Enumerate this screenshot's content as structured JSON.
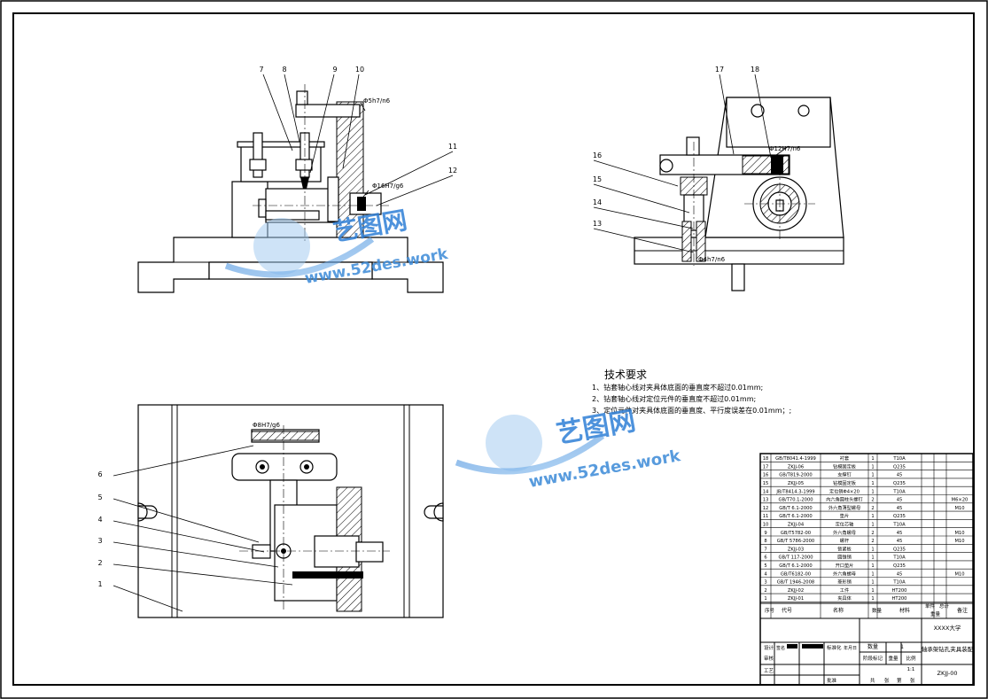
{
  "fits": {
    "top_pin": "Φ5h7/n6",
    "bushing": "Φ16H7/g6",
    "side_bushing": "Φ12H7/n6",
    "locating_pin": "Φ4h7/n6",
    "bottom_top": "Φ8H7/g6"
  },
  "front_callouts": [
    "7",
    "8",
    "9",
    "10",
    "11",
    "12"
  ],
  "side_callouts": [
    "17",
    "18",
    "16",
    "15",
    "14",
    "13"
  ],
  "plan_callouts": [
    "6",
    "5",
    "4",
    "3",
    "2",
    "1"
  ],
  "tech": {
    "title": "技术要求",
    "items": [
      "1、钻套轴心线对夹具体底面的垂直度不超过0.01mm;",
      "2、钻套轴心线对定位元件的垂直度不超过0.01mm;",
      "3、定位元件对夹具体底面的垂直度、平行度误差在0.01mm；;"
    ]
  },
  "watermark": {
    "brand": "艺图网",
    "url": "www.52des.work"
  },
  "bom": [
    {
      "no": "18",
      "code": "GB/T8041.4-1999",
      "name": "衬套",
      "qty": "1",
      "mat": "T10A",
      "note": ""
    },
    {
      "no": "17",
      "code": "ZKJJ-06",
      "name": "钻模固定板",
      "qty": "1",
      "mat": "Q235",
      "note": ""
    },
    {
      "no": "16",
      "code": "GB/T819-2000",
      "name": "支撑钉",
      "qty": "1",
      "mat": "45",
      "note": ""
    },
    {
      "no": "15",
      "code": "ZKJJ-05",
      "name": "钻模固定板",
      "qty": "1",
      "mat": "Q235",
      "note": ""
    },
    {
      "no": "14",
      "code": "JB/T8414.3-1999",
      "name": "定位销Φ4×20",
      "qty": "1",
      "mat": "T10A",
      "note": ""
    },
    {
      "no": "13",
      "code": "GB/T70.1-2000",
      "name": "内六角圆柱头螺钉",
      "qty": "2",
      "mat": "45",
      "note": "M6×20"
    },
    {
      "no": "12",
      "code": "GB/T 6.1-2000",
      "name": "外六角薄型螺母",
      "qty": "2",
      "mat": "45",
      "note": "M10"
    },
    {
      "no": "11",
      "code": "GB/T 6.1-2000",
      "name": "垫片",
      "qty": "1",
      "mat": "Q235",
      "note": ""
    },
    {
      "no": "10",
      "code": "ZKJJ-04",
      "name": "定位芯轴",
      "qty": "1",
      "mat": "T10A",
      "note": ""
    },
    {
      "no": "9",
      "code": "GB/T5782-00",
      "name": "外六角螺母",
      "qty": "2",
      "mat": "45",
      "note": "M10"
    },
    {
      "no": "8",
      "code": "GB/T 5786-2000",
      "name": "螺杆",
      "qty": "2",
      "mat": "45",
      "note": "M10"
    },
    {
      "no": "7",
      "code": "ZKJJ-03",
      "name": "锁紧板",
      "qty": "1",
      "mat": "Q235",
      "note": ""
    },
    {
      "no": "6",
      "code": "GB/T 117-2000",
      "name": "圆锥销",
      "qty": "1",
      "mat": "T10A",
      "note": ""
    },
    {
      "no": "5",
      "code": "GB/T 6.1-2000",
      "name": "开口垫片",
      "qty": "1",
      "mat": "Q235",
      "note": ""
    },
    {
      "no": "4",
      "code": "GB/T6182-00",
      "name": "外六角螺母",
      "qty": "1",
      "mat": "45",
      "note": "M10"
    },
    {
      "no": "3",
      "code": "GB/T 1946-2008",
      "name": "菱形销",
      "qty": "1",
      "mat": "T10A",
      "note": ""
    },
    {
      "no": "2",
      "code": "ZKJJ-02",
      "name": "工件",
      "qty": "1",
      "mat": "HT200",
      "note": ""
    },
    {
      "no": "1",
      "code": "ZKJJ-01",
      "name": "夹具体",
      "qty": "1",
      "mat": "HT200",
      "note": ""
    }
  ],
  "bom_header": {
    "no": "序号",
    "code": "代号",
    "name": "名称",
    "qty": "数量",
    "mat": "材料",
    "unit": "单件",
    "total": "总计",
    "weight": "重量",
    "note": "备注"
  },
  "title_block": {
    "school": "XXXX大学",
    "drawing_title": "轴承架钻孔夹具装配",
    "drawing_no": "ZKJJ-00",
    "qty_label": "数量",
    "qty_value": "1",
    "stage_label": "阶段标记",
    "weight_label": "重量",
    "scale_label": "比例",
    "scale_value": "1:1",
    "designer": "设计",
    "standard": "标准化",
    "review": "审核",
    "process": "工艺",
    "approve": "批准",
    "signature": "签名",
    "date": "年月日",
    "sheets_total": "共",
    "sheets": "张",
    "sheet_label": "第",
    "sheet_unit": "张"
  }
}
